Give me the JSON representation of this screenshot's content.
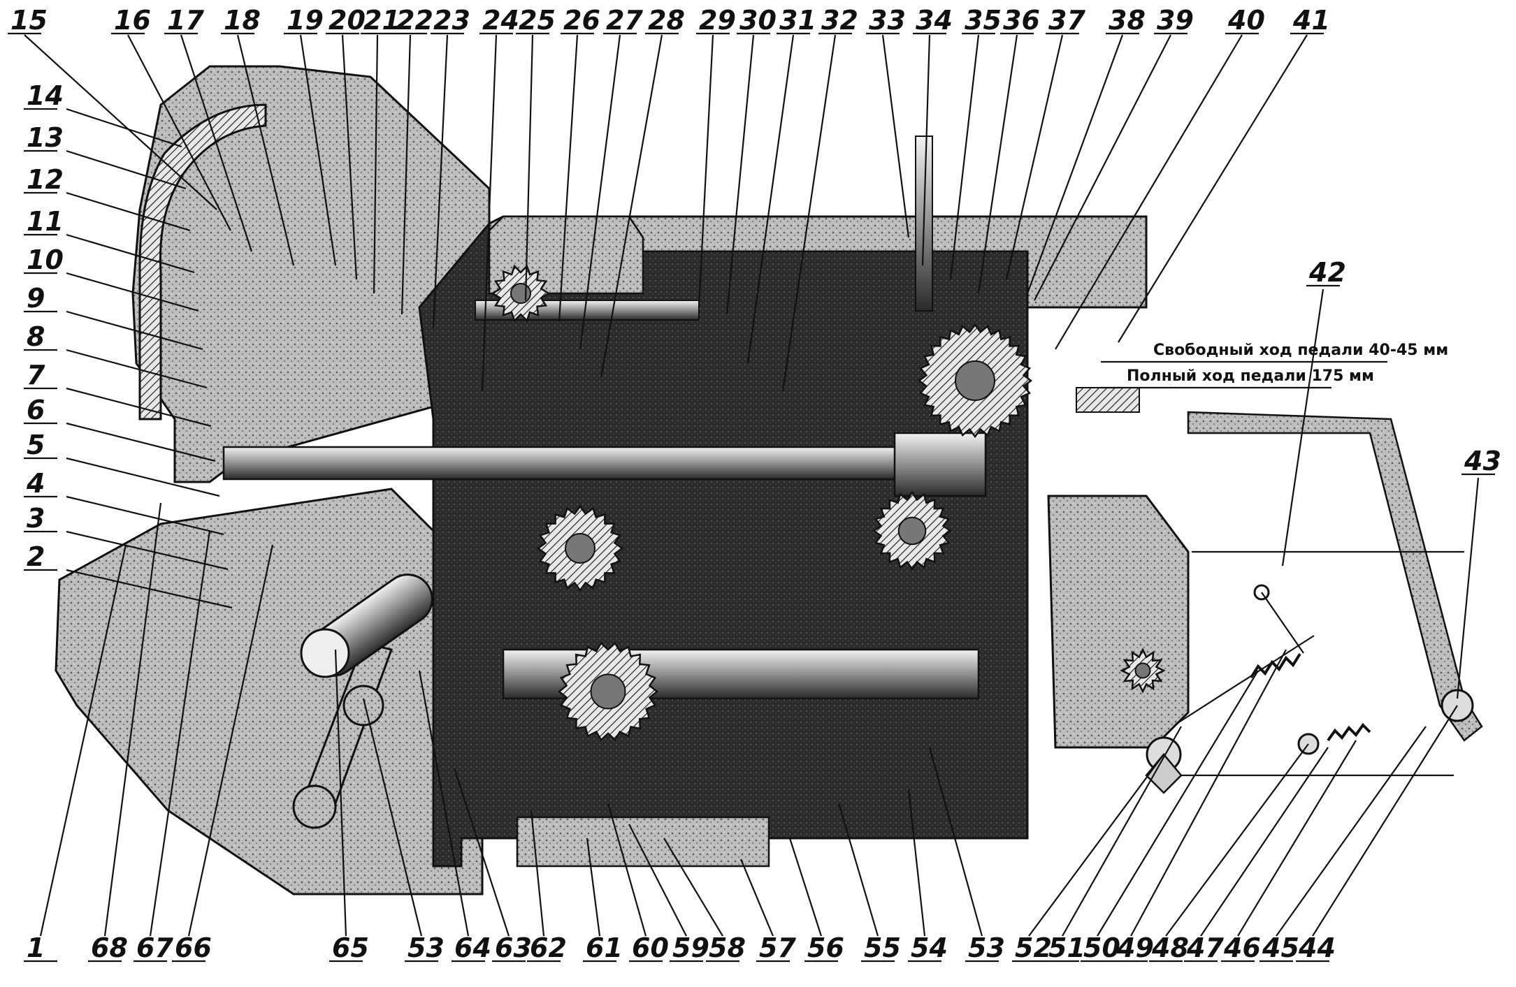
{
  "figure": {
    "callouts_top": [
      "15",
      "16",
      "17",
      "18",
      "19",
      "20",
      "21",
      "22",
      "23",
      "24",
      "25",
      "26",
      "27",
      "28",
      "29",
      "30",
      "31",
      "32",
      "33",
      "34",
      "35",
      "36",
      "37",
      "38",
      "39",
      "40",
      "41"
    ],
    "callouts_left": [
      "14",
      "13",
      "12",
      "11",
      "10",
      "9",
      "8",
      "7",
      "6",
      "5",
      "4",
      "3",
      "2"
    ],
    "callouts_bottom": [
      "1",
      "68",
      "67",
      "66",
      "65",
      "53",
      "64",
      "63",
      "62",
      "61",
      "60",
      "59",
      "58",
      "57",
      "56",
      "55",
      "54",
      "53",
      "52",
      "51",
      "50",
      "49",
      "48",
      "47",
      "46",
      "45",
      "44"
    ],
    "callouts_right": [
      "42",
      "43"
    ],
    "pedal_notes": {
      "free_play": "Свободный ход педали 40-45 мм",
      "full_travel": "Полный ход педали 175 мм"
    }
  }
}
